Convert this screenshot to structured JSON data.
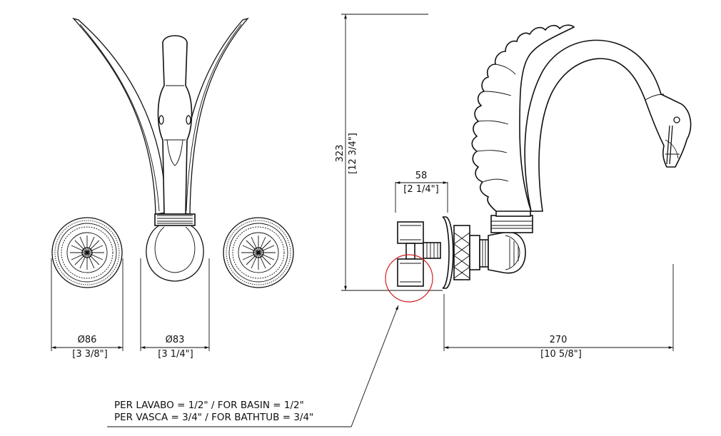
{
  "dimensions": {
    "rosette_left_mm": "Ø86",
    "rosette_left_in": "[3 3/8\"]",
    "rosette_center_mm": "Ø83",
    "rosette_center_in": "[3 1/4\"]",
    "height_mm": "323",
    "height_in": "[12 3/4\"]",
    "valve_depth_mm": "58",
    "valve_depth_in": "[2 1/4\"]",
    "reach_mm": "270",
    "reach_in": "[10 5/8\"]"
  },
  "notes": {
    "line1": "PER LAVABO = 1/2\" / FOR BASIN = 1/2\"",
    "line2": "PER VASCA = 3/4\" / FOR BATHTUB = 3/4\""
  },
  "colors": {
    "line": "#111111",
    "highlight": "#d42020"
  }
}
